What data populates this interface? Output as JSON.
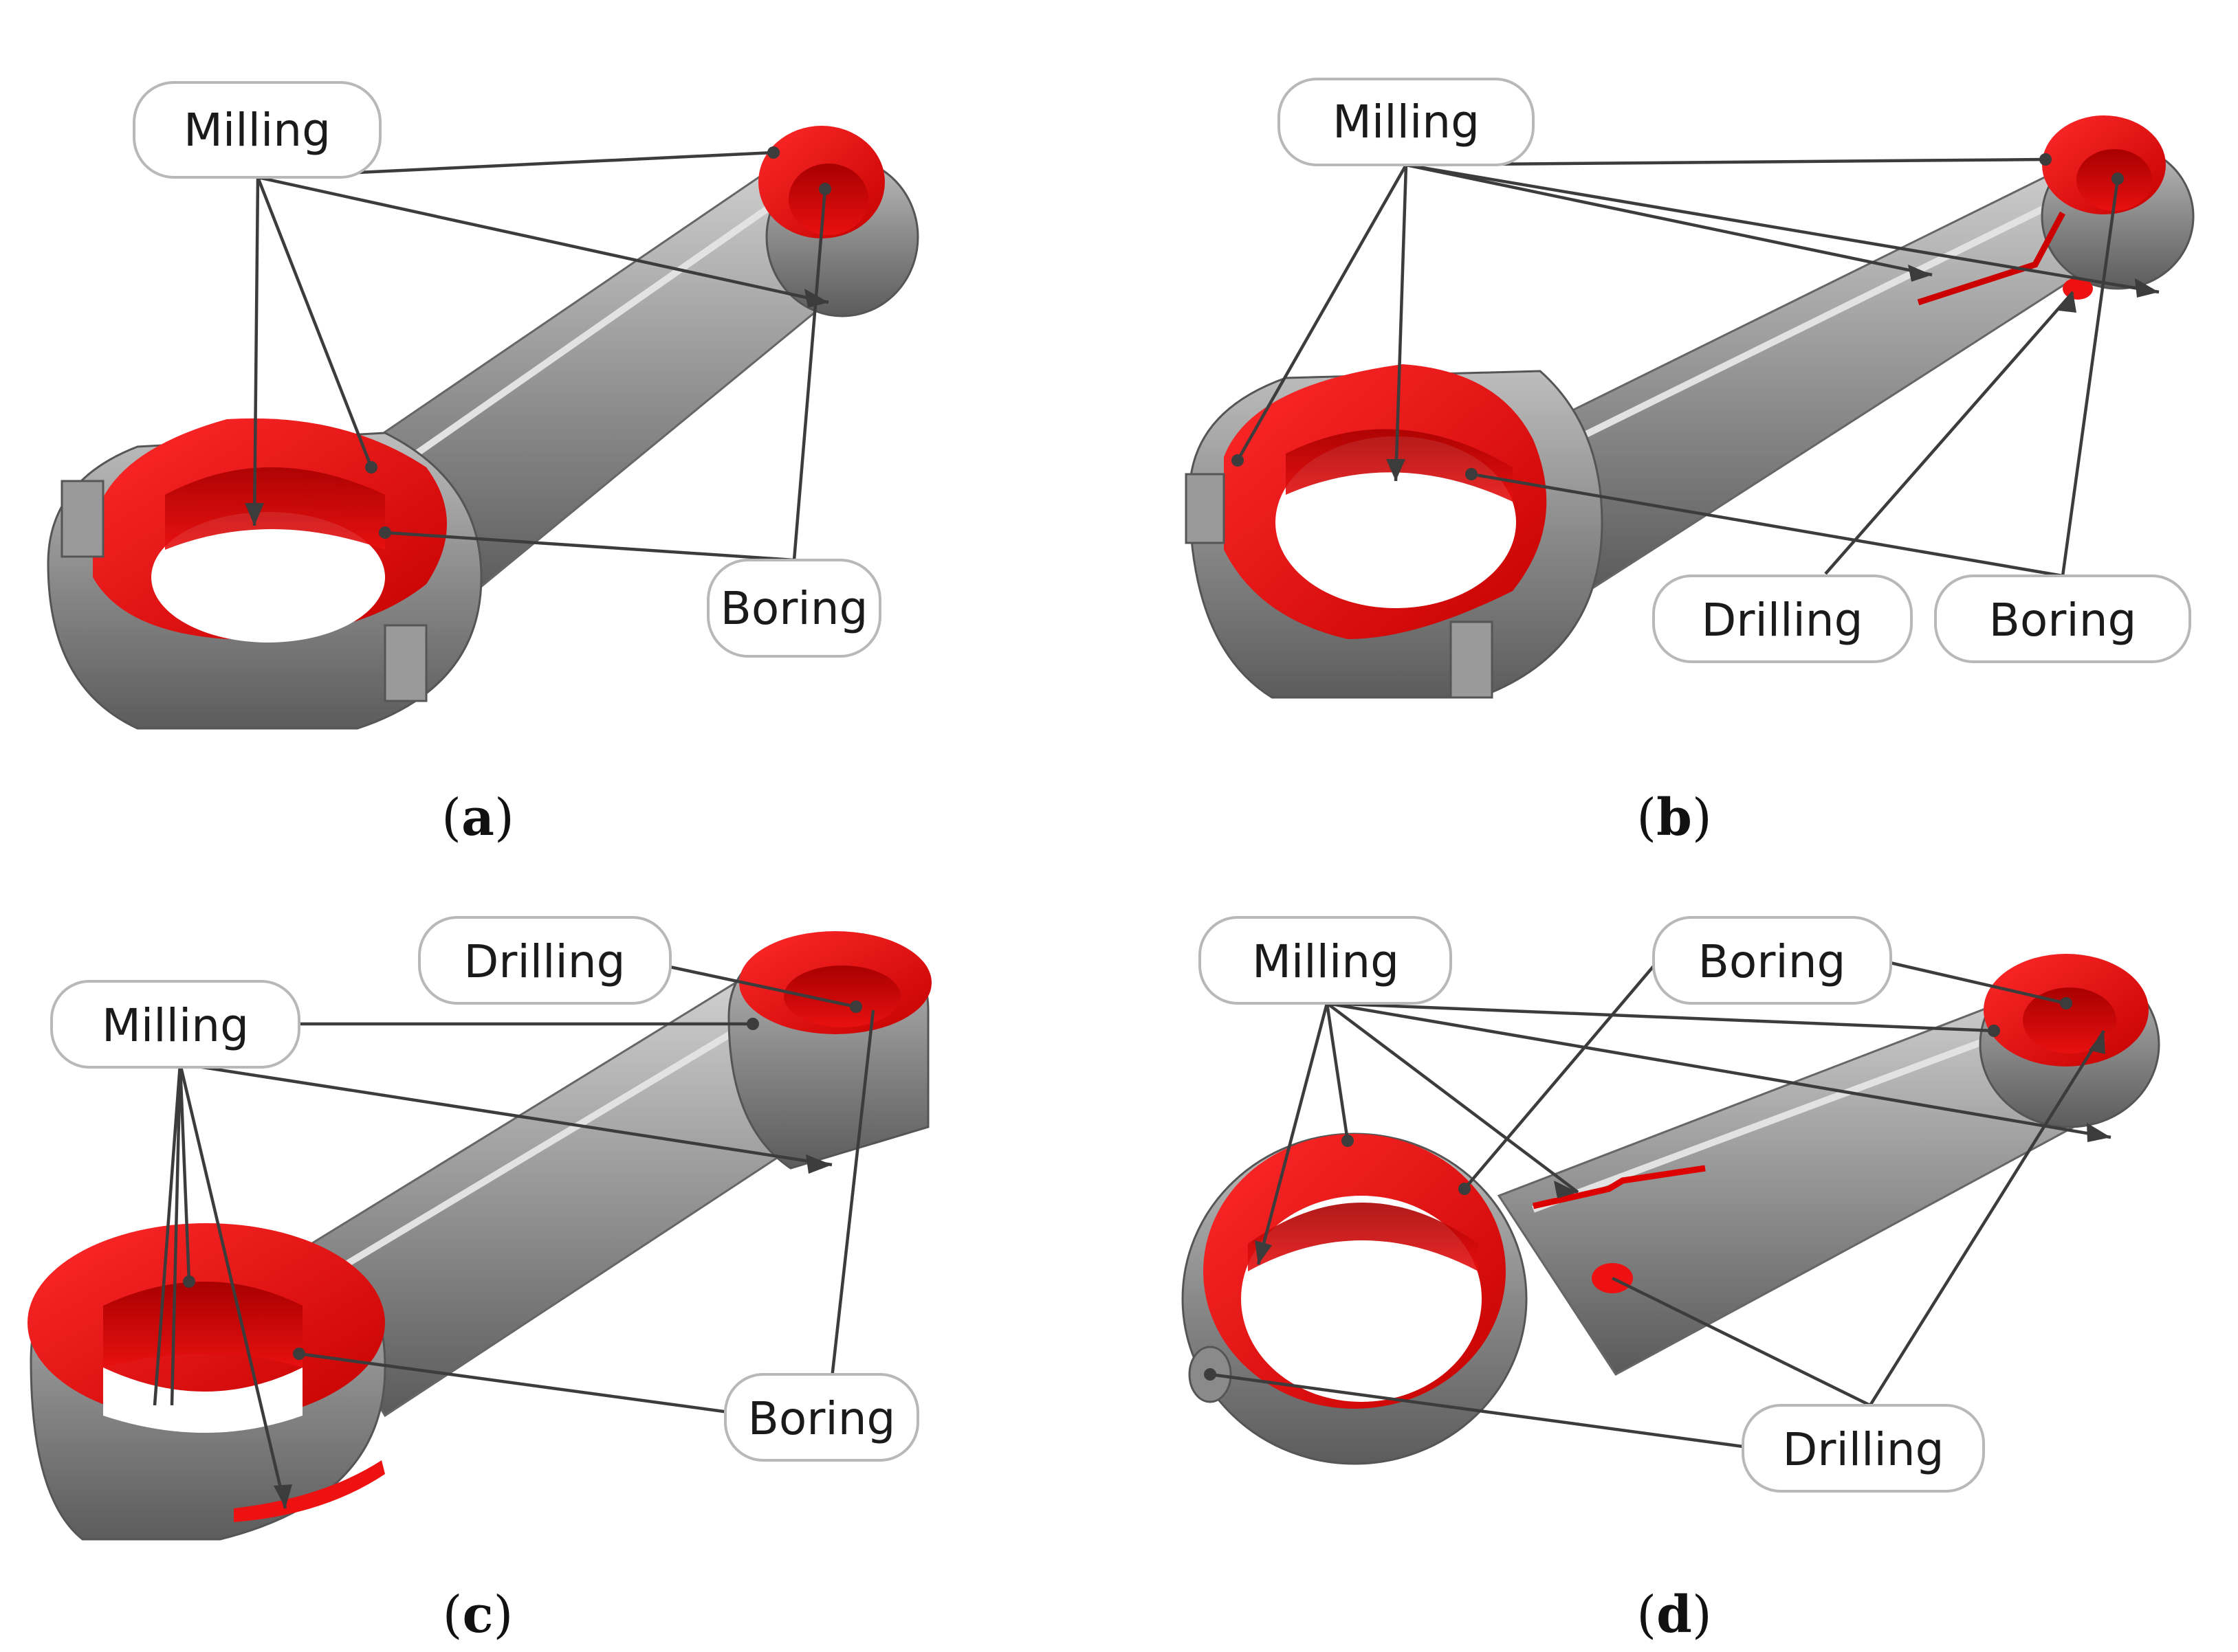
{
  "colors": {
    "machined_red": "#ee1111",
    "machined_dark_red": "#b80000",
    "body_gray": "#8e8e8e",
    "body_light": "#c4c4c4",
    "body_dark": "#555555",
    "leader_line": "#3c3c3c"
  },
  "panels": [
    {
      "caption_letter": "a",
      "labels": {
        "milling": "Milling",
        "boring": "Boring"
      }
    },
    {
      "caption_letter": "b",
      "labels": {
        "milling": "Milling",
        "drilling": "Drilling",
        "boring": "Boring"
      }
    },
    {
      "caption_letter": "c",
      "labels": {
        "drilling": "Drilling",
        "milling": "Milling",
        "boring": "Boring"
      }
    },
    {
      "caption_letter": "d",
      "labels": {
        "milling": "Milling",
        "boring": "Boring",
        "drilling": "Drilling"
      }
    }
  ]
}
